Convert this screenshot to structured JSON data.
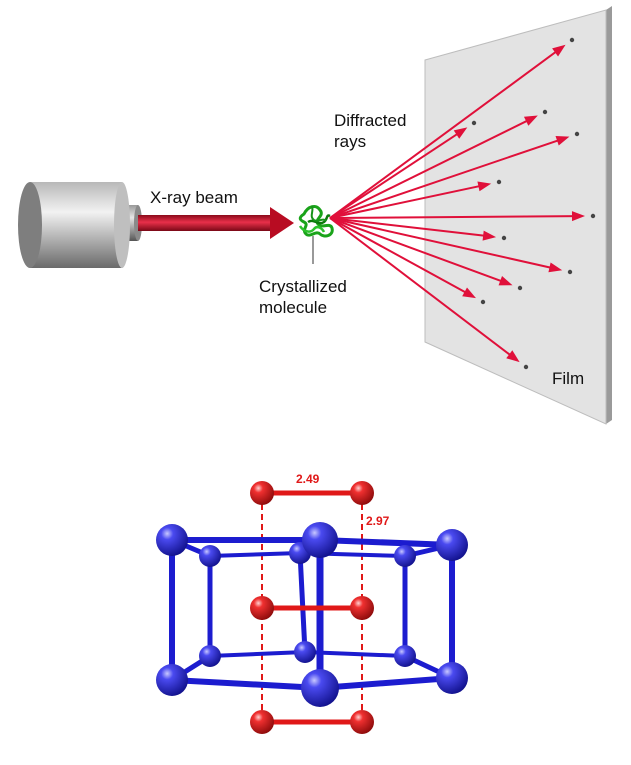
{
  "xray_diagram": {
    "labels": {
      "beam": "X-ray beam",
      "diffracted_line1": "Diffracted",
      "diffracted_line2": "rays",
      "crystal_line1": "Crystallized",
      "crystal_line2": "molecule",
      "film": "Film"
    },
    "colors": {
      "ray": "#e0103a",
      "beam": "#c8102e",
      "molecule": "#1aa31a",
      "film": "#e3e3e3",
      "spot": "#444444"
    }
  },
  "lattice": {
    "labels": {
      "bond_length": "2.49",
      "interlayer_distance": "2.97"
    },
    "colors": {
      "host_atom": "#2020d8",
      "host_bond": "#1c1ccf",
      "guest_atom": "#e01818",
      "guest_bond": "#e01818"
    }
  }
}
